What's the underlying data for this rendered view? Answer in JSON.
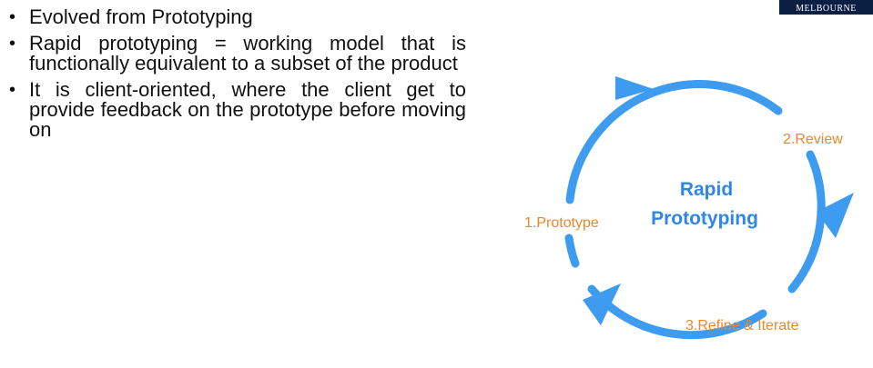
{
  "logo": {
    "text": "MELBOURNE"
  },
  "bullets": [
    "Evolved from Prototyping",
    "Rapid prototyping = working model that is functionally equivalent to a subset of the product",
    "It is client-oriented, where the client get to provide feedback on the prototype before moving on"
  ],
  "diagram": {
    "center_line1": "Rapid",
    "center_line2": "Prototyping",
    "step1": "1.Prototype",
    "step2": "2.Review",
    "step3": "3.Refine & Iterate",
    "colors": {
      "cycle": "#3d9bf0",
      "center_text": "#2f86e6",
      "step_text": "#e8882e"
    }
  }
}
